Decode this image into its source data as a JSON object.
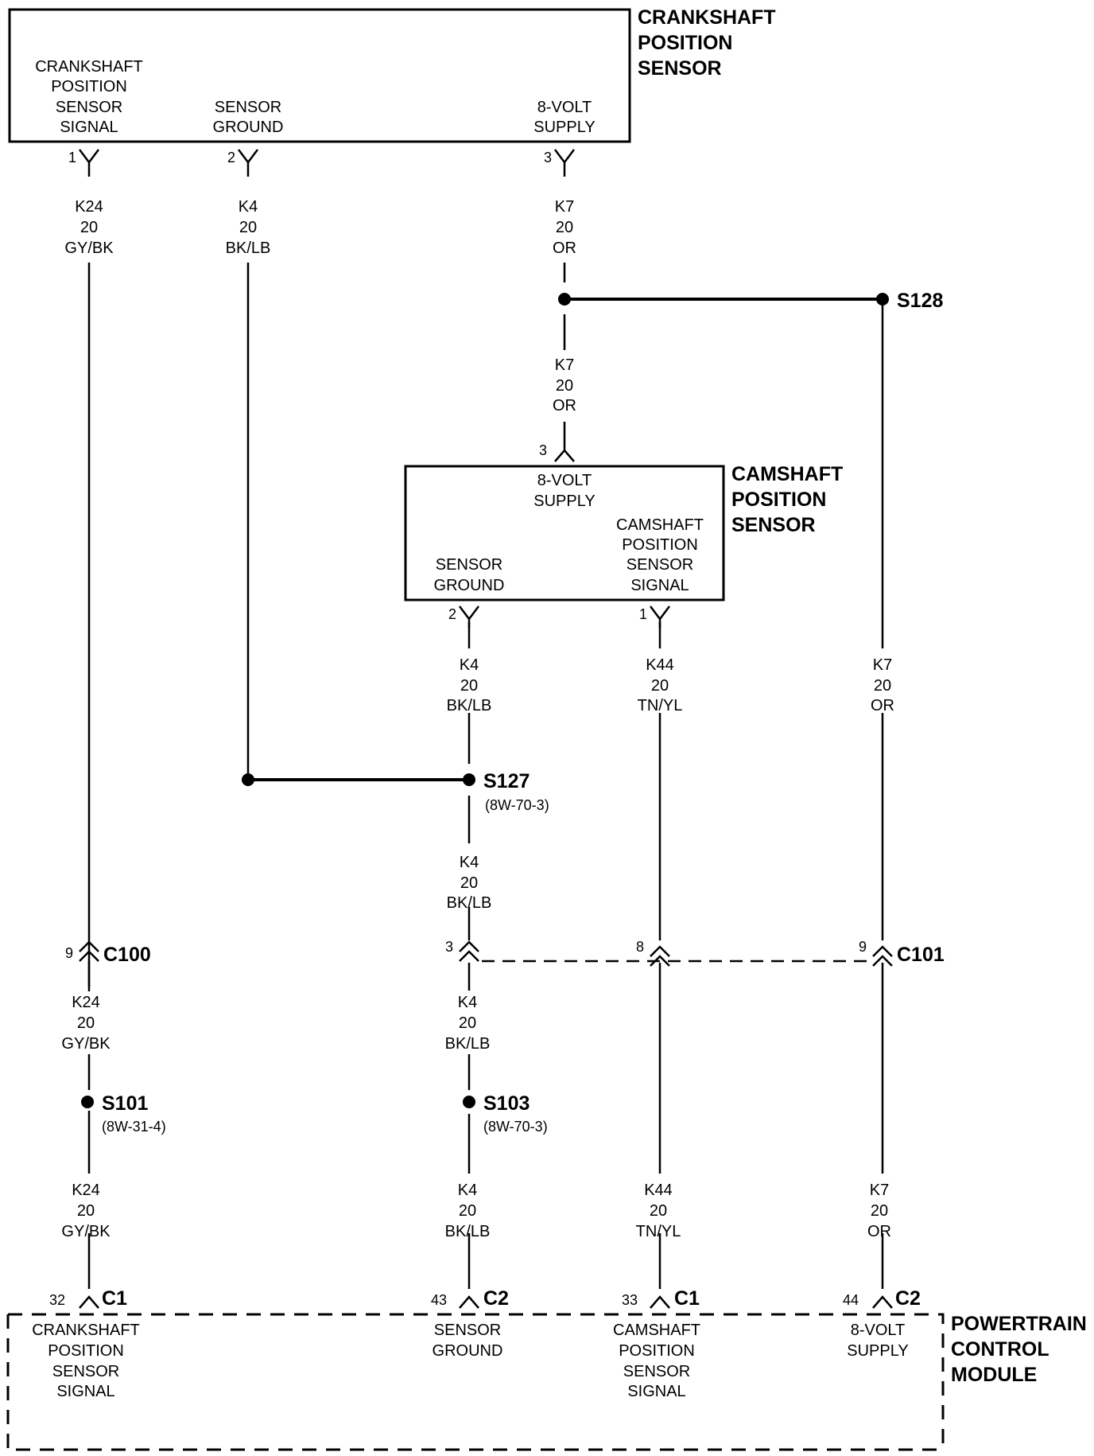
{
  "components": {
    "crankshaft_sensor": {
      "title": [
        "CRANKSHAFT",
        "POSITION",
        "SENSOR"
      ],
      "pins": [
        {
          "label": [
            "CRANKSHAFT",
            "POSITION",
            "SENSOR",
            "SIGNAL"
          ],
          "pin": "1"
        },
        {
          "label": [
            "SENSOR",
            "GROUND"
          ],
          "pin": "2"
        },
        {
          "label": [
            "8-VOLT",
            "SUPPLY"
          ],
          "pin": "3"
        }
      ]
    },
    "camshaft_sensor": {
      "title": [
        "CAMSHAFT",
        "POSITION",
        "SENSOR"
      ],
      "pins": [
        {
          "label": [
            "8-VOLT",
            "SUPPLY"
          ],
          "pin": "3"
        },
        {
          "label": [
            "SENSOR",
            "GROUND"
          ],
          "pin": "2"
        },
        {
          "label": [
            "CAMSHAFT",
            "POSITION",
            "SENSOR",
            "SIGNAL"
          ],
          "pin": "1"
        }
      ]
    },
    "pcm": {
      "title": [
        "POWERTRAIN",
        "CONTROL",
        "MODULE"
      ],
      "pins": [
        {
          "label": [
            "CRANKSHAFT",
            "POSITION",
            "SENSOR",
            "SIGNAL"
          ],
          "pin": "32",
          "connector": "C1"
        },
        {
          "label": [
            "SENSOR",
            "GROUND"
          ],
          "pin": "43",
          "connector": "C2"
        },
        {
          "label": [
            "CAMSHAFT",
            "POSITION",
            "SENSOR",
            "SIGNAL"
          ],
          "pin": "33",
          "connector": "C1"
        },
        {
          "label": [
            "8-VOLT",
            "SUPPLY"
          ],
          "pin": "44",
          "connector": "C2"
        }
      ]
    }
  },
  "wires": {
    "k24_top": [
      "K24",
      "20",
      "GY/BK"
    ],
    "k4_top": [
      "K4",
      "20",
      "BK/LB"
    ],
    "k7_top": [
      "K7",
      "20",
      "OR"
    ],
    "k7_mid": [
      "K7",
      "20",
      "OR"
    ],
    "k4_cam": [
      "K4",
      "20",
      "BK/LB"
    ],
    "k44_cam": [
      "K44",
      "20",
      "TN/YL"
    ],
    "k7_right": [
      "K7",
      "20",
      "OR"
    ],
    "k4_s127": [
      "K4",
      "20",
      "BK/LB"
    ],
    "k24_c100": [
      "K24",
      "20",
      "GY/BK"
    ],
    "k4_c101": [
      "K4",
      "20",
      "BK/LB"
    ],
    "k24_bottom": [
      "K24",
      "20",
      "GY/BK"
    ],
    "k4_bottom": [
      "K4",
      "20",
      "BK/LB"
    ],
    "k44_bottom": [
      "K44",
      "20",
      "TN/YL"
    ],
    "k7_bottom": [
      "K7",
      "20",
      "OR"
    ]
  },
  "splices": {
    "s128": {
      "name": "S128"
    },
    "s127": {
      "name": "S127",
      "ref": "(8W-70-3)"
    },
    "s101": {
      "name": "S101",
      "ref": "(8W-31-4)"
    },
    "s103": {
      "name": "S103",
      "ref": "(8W-70-3)"
    }
  },
  "connectors": {
    "c100": {
      "name": "C100",
      "pin": "9"
    },
    "c101": {
      "name": "C101",
      "pins": [
        "3",
        "8",
        "9"
      ]
    }
  }
}
